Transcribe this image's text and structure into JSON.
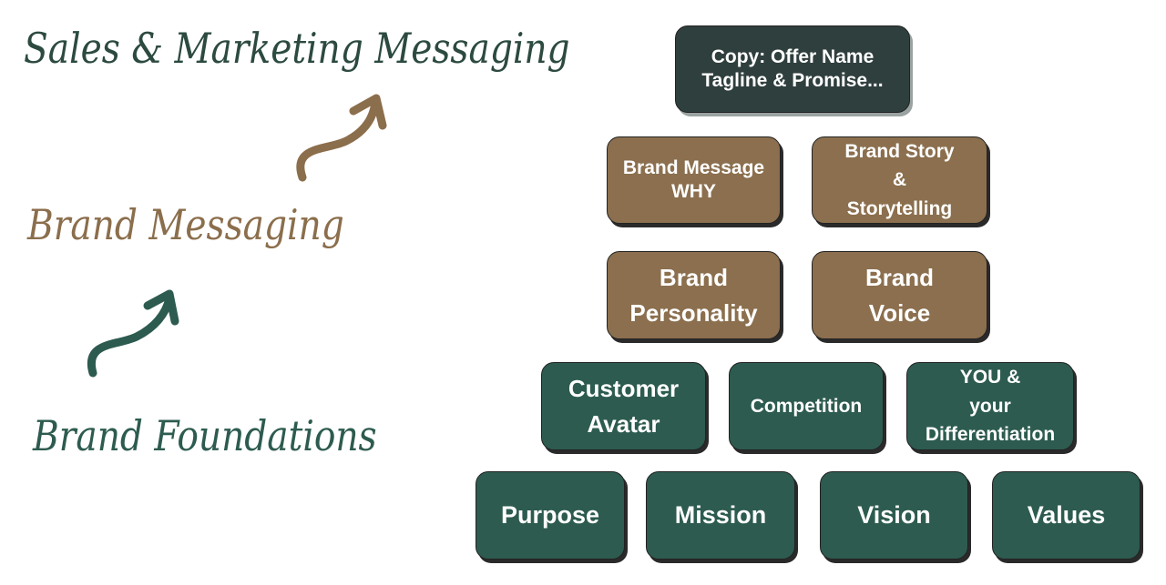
{
  "titles": {
    "sales_marketing": "Sales & Marketing Messaging",
    "brand_messaging": "Brand Messaging",
    "brand_foundations": "Brand Foundations"
  },
  "colors": {
    "dark": "#2f3f3e",
    "brown": "#8b6f4e",
    "green": "#2d5b4f"
  },
  "pyramid": {
    "top": {
      "line1": "Copy: Offer Name",
      "line2": "Tagline & Promise..."
    },
    "brand_message": {
      "line1": "Brand Message",
      "line2": "WHY"
    },
    "brand_story": {
      "line1": "Brand Story",
      "line2": "&",
      "line3": "Storytelling"
    },
    "brand_personality": {
      "line1": "Brand",
      "line2": "Personality"
    },
    "brand_voice": {
      "line1": "Brand",
      "line2": "Voice"
    },
    "customer_avatar": {
      "line1": "Customer",
      "line2": "Avatar"
    },
    "competition": {
      "line1": "Competition"
    },
    "differentiation": {
      "line1": "YOU &",
      "line2": "your",
      "line3": "Differentiation"
    },
    "purpose": "Purpose",
    "mission": "Mission",
    "vision": "Vision",
    "values": "Values"
  }
}
